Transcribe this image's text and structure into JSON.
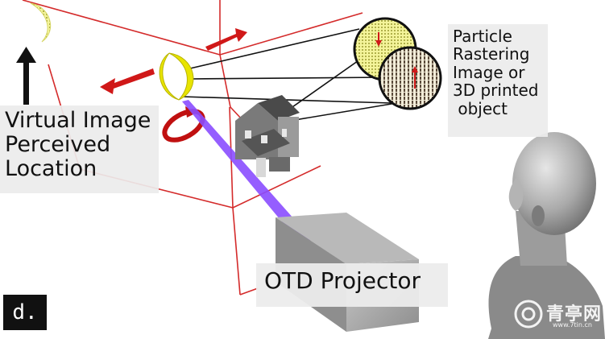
{
  "labels": {
    "virtual_image": [
      "Virtual Image",
      "Perceived",
      "Location"
    ],
    "particle": [
      "Particle",
      "Rastering",
      "Image or",
      "3D printed",
      " object"
    ],
    "projector": "OTD Projector",
    "panel": "d."
  },
  "watermark": {
    "name": "青亭网",
    "url": "www.7tin.cn"
  },
  "icons": {
    "moon_virtual": "crescent-moon-icon",
    "moon_real": "crescent-moon-icon",
    "house": "house-model-icon",
    "head": "human-bust-icon",
    "projector": "projector-box-icon",
    "logo": "qingting-logo-icon"
  },
  "colors": {
    "frame_red": "#d42b2b",
    "beam_purple": "#8a4dff",
    "moon_yellow": "#e8e400",
    "arrow_red": "#d01818"
  }
}
